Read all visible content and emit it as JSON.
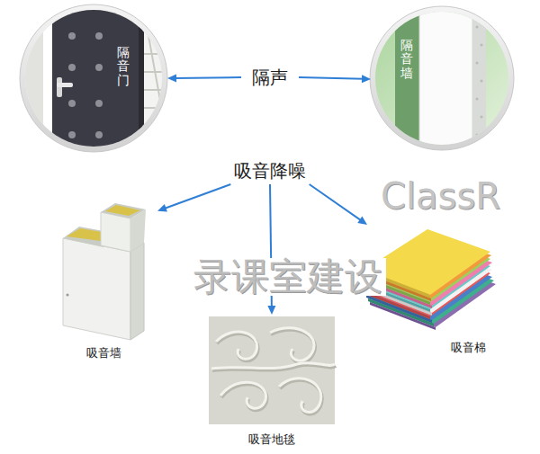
{
  "diagram": {
    "nodes": [
      {
        "text": [
          "隔音门"
        ]
      },
      {
        "text": [
          "隔声"
        ]
      },
      {
        "text": [
          "隔音墙"
        ]
      },
      {
        "text": [
          "吸音降噪"
        ]
      },
      {
        "text": [
          "吸音墙"
        ]
      },
      {
        "text": [
          "吸音地毯"
        ]
      },
      {
        "text": [
          "吸音棉"
        ]
      }
    ],
    "edges": [
      {
        "from": 1,
        "to": 0,
        "arrow": "to"
      },
      {
        "from": 1,
        "to": 2,
        "arrow": "to"
      },
      {
        "from": 3,
        "to": 4,
        "arrow": "to"
      },
      {
        "from": 3,
        "to": 5,
        "arrow": "to"
      },
      {
        "from": 3,
        "to": 6,
        "arrow": "to"
      }
    ],
    "labels": [
      "ClassR",
      "录课室建设"
    ]
  }
}
